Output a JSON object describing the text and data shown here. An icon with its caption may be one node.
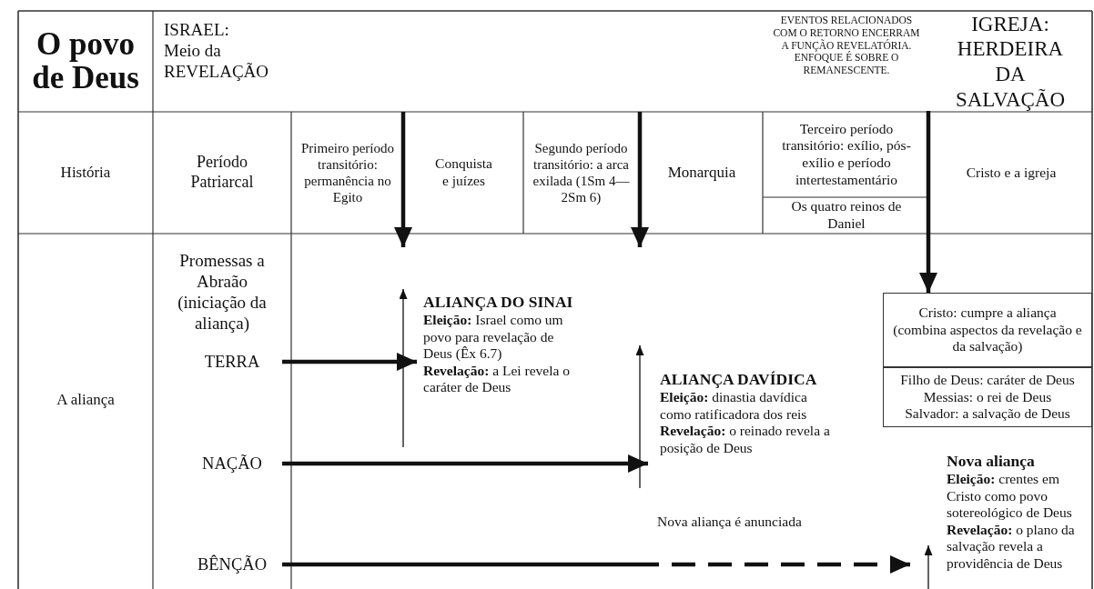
{
  "diagram": {
    "nodes": [
      {
        "text": [
          "O povo de Deus"
        ]
      },
      {
        "text": [
          "ISRAEL: Meio da REVELAÇÃO"
        ]
      },
      {
        "text": [
          "EVENTOS RELACIONADOS COM O RETORNO ENCERRAM A FUNÇÃO REVELATÓRIA. ENFOQUE É SOBRE O REMANESCENTE."
        ]
      },
      {
        "text": [
          "IGREJA: HERDEIRA DA SALVAÇÃO"
        ]
      },
      {
        "text": [
          "História"
        ]
      },
      {
        "text": [
          "Período Patriarcal"
        ]
      },
      {
        "text": [
          "Primeiro período transitório: permanência no Egito"
        ]
      },
      {
        "text": [
          "Conquista e juízes"
        ]
      },
      {
        "text": [
          "Segundo período transitório: a arca exilada (1Sm 4—2Sm 6)"
        ]
      },
      {
        "text": [
          "Monarquia"
        ]
      },
      {
        "text": [
          "Terceiro período transitório: exílio, pós-exílio e período intertestamentário"
        ]
      },
      {
        "text": [
          "Os quatro reinos de Daniel"
        ]
      },
      {
        "text": [
          "Cristo e a igreja"
        ]
      },
      {
        "text": [
          "A aliança"
        ]
      },
      {
        "text": [
          "Promessas a Abraão (iniciação da aliança)"
        ]
      },
      {
        "text": [
          "TERRA"
        ]
      },
      {
        "text": [
          "NAÇÃO"
        ]
      },
      {
        "text": [
          "BÊNÇÃO"
        ]
      },
      {
        "text": [
          "ALIANÇA DO SINAI",
          "**Eleição:** Israel como um povo para revelação de Deus (Êx 6.7)",
          "**Revelação:** a Lei revela o caráter de Deus"
        ]
      },
      {
        "text": [
          "ALIANÇA DAVÍDICA",
          "**Eleição:** dinastia davídica como ratificadora dos reis",
          "**Revelação:** o reinado revela a posição de Deus"
        ]
      },
      {
        "text": [
          "Cristo: cumpre a aliança (combina aspectos da revelação e da salvação)"
        ]
      },
      {
        "text": [
          "Filho de Deus: caráter de Deus",
          "Messias: o rei de Deus",
          "Salvador: a salvação de Deus"
        ]
      },
      {
        "text": [
          "Nova aliança",
          "**Eleição:** crentes em Cristo como povo sotereológico de Deus",
          "**Revelação:** o plano da salvação revela a providência de Deus"
        ]
      }
    ],
    "edges": [
      {
        "from": 15,
        "to": 18,
        "arrow": "to"
      },
      {
        "from": 16,
        "to": 19,
        "arrow": "to"
      },
      {
        "from": 17,
        "to": 22,
        "arrow": "to",
        "style": "dashed",
        "label": "Nova aliança é anunciada"
      },
      {
        "from": 10,
        "to": 20,
        "arrow": "to"
      }
    ]
  }
}
